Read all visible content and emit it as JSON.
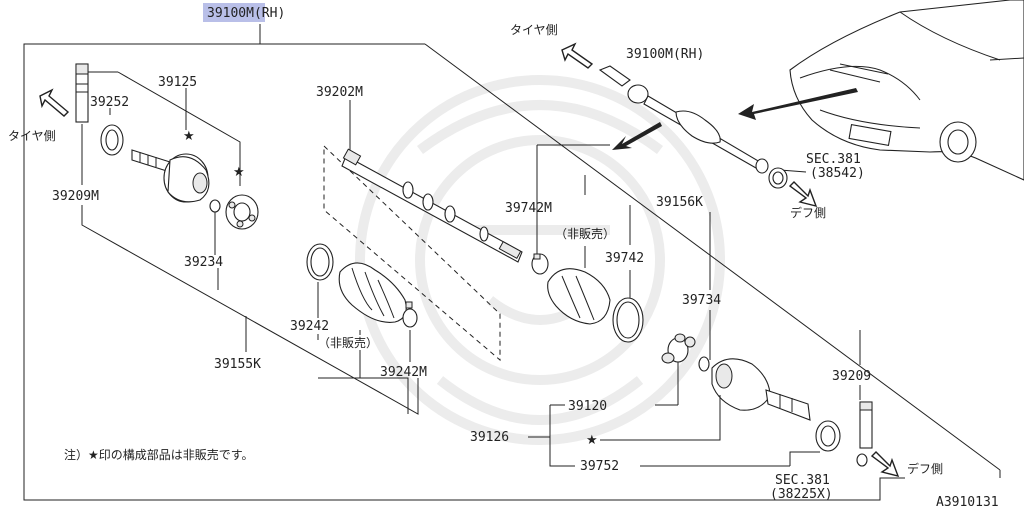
{
  "diagram": {
    "main_part": "39100M(RH)",
    "main_part_highlight": "39100",
    "main_part_suffix": "M(RH)",
    "note": "注）★印の構成部品は非販売です。",
    "figure_id": "A3910131",
    "directions": {
      "tire_side": "タイヤ側",
      "diff_side": "デフ側"
    },
    "labels": {
      "p39125": "39125",
      "p39252": "39252",
      "p39209M": "39209M",
      "p39234": "39234",
      "p39202M": "39202M",
      "p39242": "39242",
      "not_sold_1": "（非販売）",
      "p39242M": "39242M",
      "p39155K": "39155K",
      "p39742M": "39742M",
      "not_sold_2": "（非販売）",
      "p39742": "39742",
      "p39156K": "39156K",
      "p39734": "39734",
      "p39209": "39209",
      "p39120": "39120",
      "p39126": "39126",
      "p39752": "39752",
      "sec381_top": "SEC.381",
      "p38542": "(38542)",
      "sec381_bottom": "SEC.381",
      "p38225X": "(38225X)",
      "inset_part": "39100M(RH)",
      "inset_tire": "タイヤ側",
      "inset_diff": "デフ側",
      "star": "★"
    },
    "icons": {
      "star": "star-icon",
      "hollow_arrow": "hollow-arrow-icon",
      "filled_arrow": "filled-arrow-icon"
    }
  }
}
